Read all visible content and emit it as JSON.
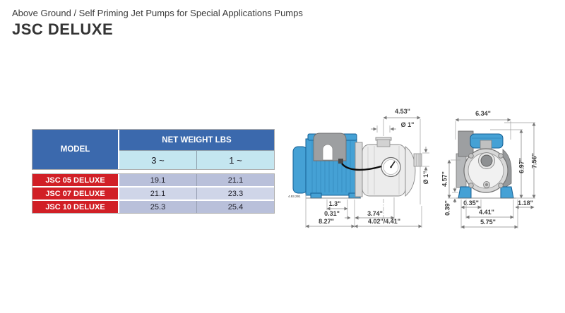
{
  "page": {
    "subtitle": "Above Ground / Self Priming Jet Pumps for Special Applications Pumps",
    "title": "JSC DELUXE"
  },
  "table": {
    "model_header": "MODEL",
    "group_header": "NET WEIGHT LBS",
    "phase_headers": [
      "3 ~",
      "1 ~"
    ],
    "rows": [
      {
        "model": "JSC 05 DELUXE",
        "w3": "19.1",
        "w1": "21.1"
      },
      {
        "model": "JSC 07 DELUXE",
        "w3": "21.1",
        "w1": "23.3"
      },
      {
        "model": "JSC 10 DELUXE",
        "w3": "25.3",
        "w1": "25.4"
      }
    ],
    "colors": {
      "header_blue": "#3b69ad",
      "sub_header_cyan": "#c4e6f0",
      "model_red": "#d11f26",
      "row_dark": "#b9c0da",
      "row_light": "#cfd5e8"
    }
  },
  "drawings": {
    "side_view": {
      "code": "4.93.291",
      "dims": {
        "top_width": "4.53\"",
        "top_port": "Ø 1\"",
        "side_port": "Ø 1\"",
        "foot_span": "1.3\"",
        "slot": "0.31\"",
        "port_offset": "3.74\"",
        "body_length": "8.27\"",
        "right_length": "4.02\"/4.41\""
      }
    },
    "front_view": {
      "dims": {
        "top_width": "6.34\"",
        "port_height": "4.57\"",
        "foot_height": "0.39\"",
        "height_inner": "6.97\"",
        "height_total": "7.56\"",
        "slot_width": "0.35\"",
        "right_offset": "1.18\"",
        "bolt_span": "4.41\"",
        "base_width": "5.75\""
      }
    }
  }
}
